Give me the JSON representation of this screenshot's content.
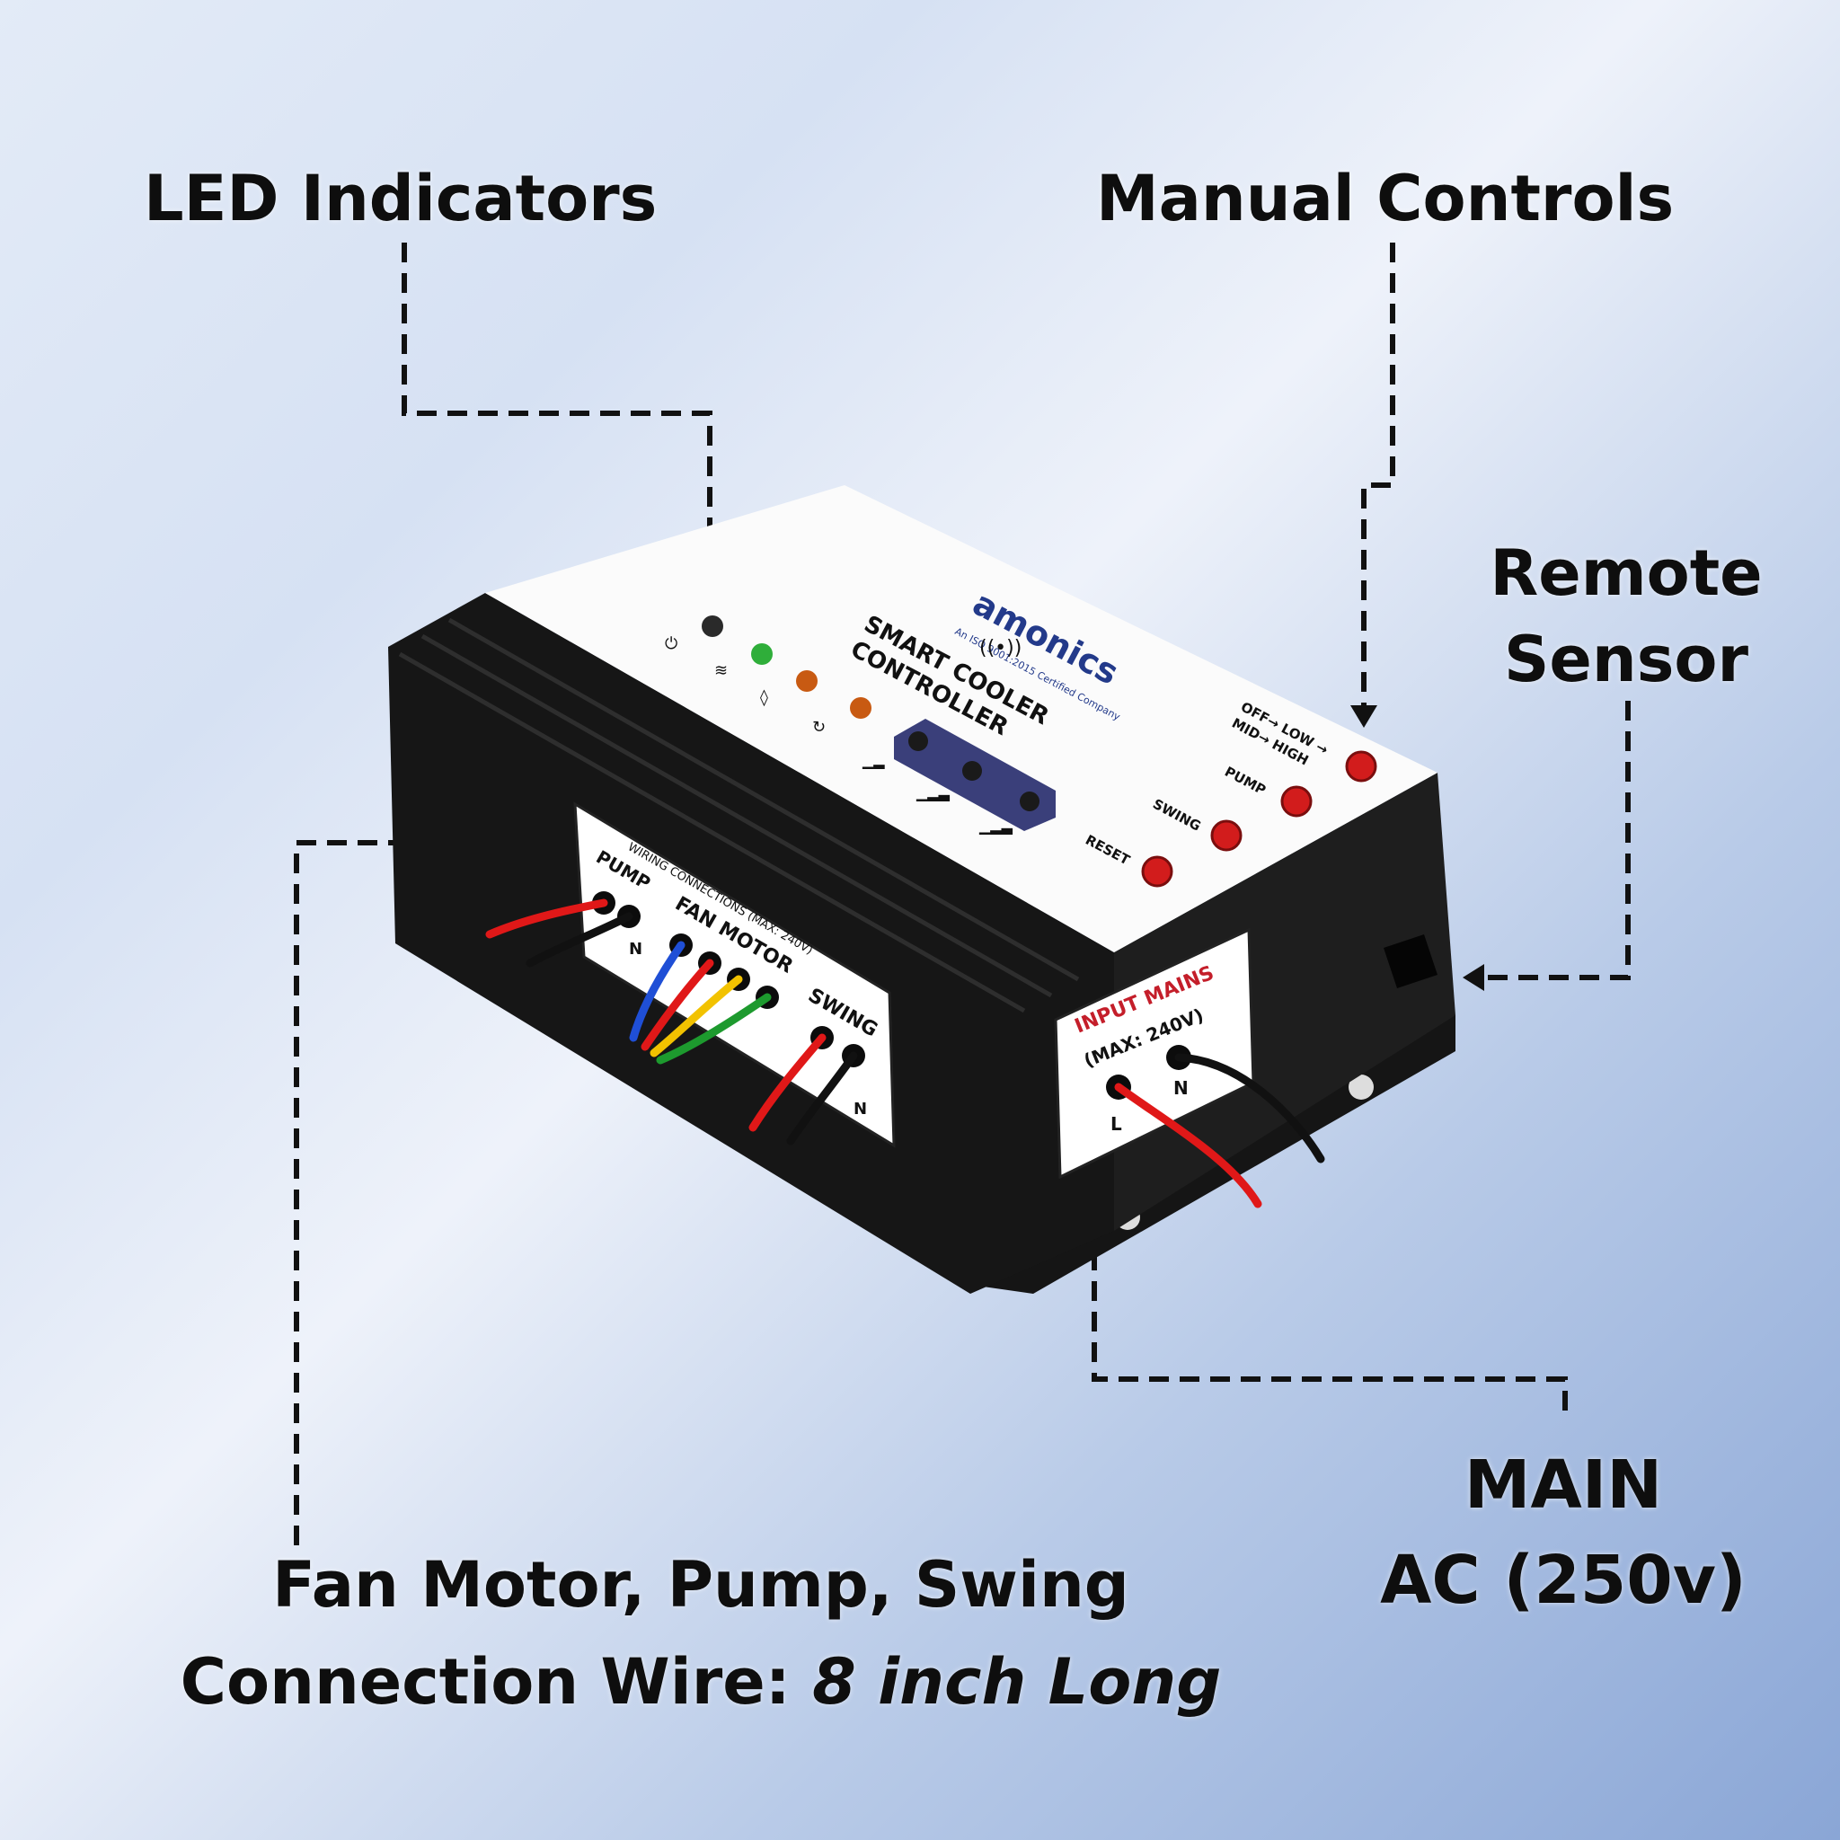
{
  "callouts": {
    "led_indicators": "LED Indicators",
    "manual_controls": "Manual Controls",
    "remote_sensor_line1": "Remote",
    "remote_sensor_line2": "Sensor",
    "main_line1": "MAIN",
    "main_line2": "AC (250v)",
    "wire_line1": "Fan Motor, Pump, Swing",
    "wire_line2_prefix": "Connection Wire: ",
    "wire_line2_italic": "8 inch Long"
  },
  "device": {
    "brand": "amonics",
    "brand_tagline": "An ISO 9001:2015 Certified Company",
    "title_line1": "SMART COOLER",
    "title_line2": "CONTROLLER",
    "speed_legend_line1": "OFF→ LOW →",
    "speed_legend_line2": "MID→ HIGH",
    "button_pump": "PUMP",
    "button_swing": "SWING",
    "button_reset": "RESET",
    "wiring_header": "WIRING CONNECTIONS (MAX: 240V)",
    "pump_label": "PUMP",
    "fan_motor_label": "FAN MOTOR",
    "swing_label": "SWING",
    "n_label": "N",
    "l_label": "L",
    "input_mains": "INPUT MAINS",
    "input_max": "(MAX: 240V)"
  },
  "colors": {
    "led_green": "#2fae3a",
    "led_orange": "#c85a12",
    "led_red_button": "#d21c1c",
    "wire_red": "#e01818",
    "wire_blue": "#1f4fd6",
    "wire_yellow": "#f2c200",
    "wire_green": "#1d9a2e",
    "brand_red": "#c41e2a"
  }
}
